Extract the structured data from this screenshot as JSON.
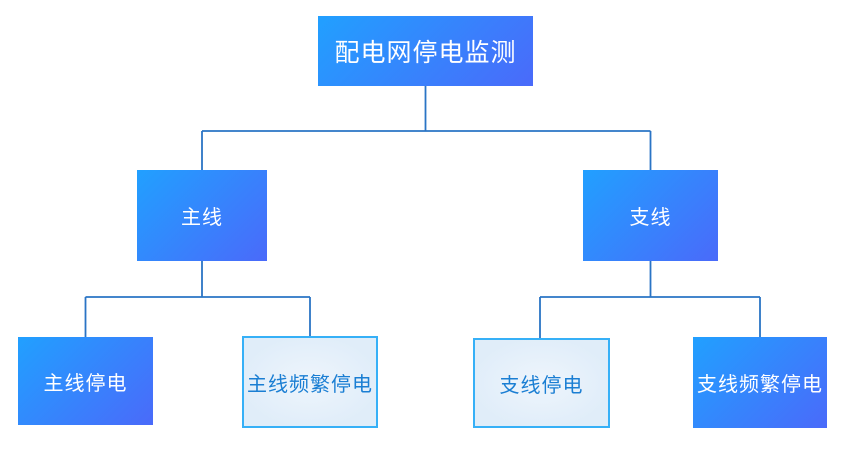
{
  "diagram": {
    "nodes": {
      "root": {
        "label": "配电网停电监测"
      },
      "main": {
        "label": "主线"
      },
      "branch": {
        "label": "支线"
      },
      "main_outage": {
        "label": "主线停电"
      },
      "main_frequent": {
        "label": "主线频繁停电"
      },
      "branch_outage": {
        "label": "支线停电"
      },
      "branch_frequent": {
        "label": "支线频繁停电"
      }
    },
    "colors": {
      "node_gradient_start": "#21a0ff",
      "node_gradient_end": "#4a6afa",
      "node_text": "#ffffff",
      "light_node_bg": "#e3effa",
      "light_node_border": "#36b0f7",
      "light_node_text": "#1a7ed3",
      "connector": "#2a74c5"
    }
  }
}
